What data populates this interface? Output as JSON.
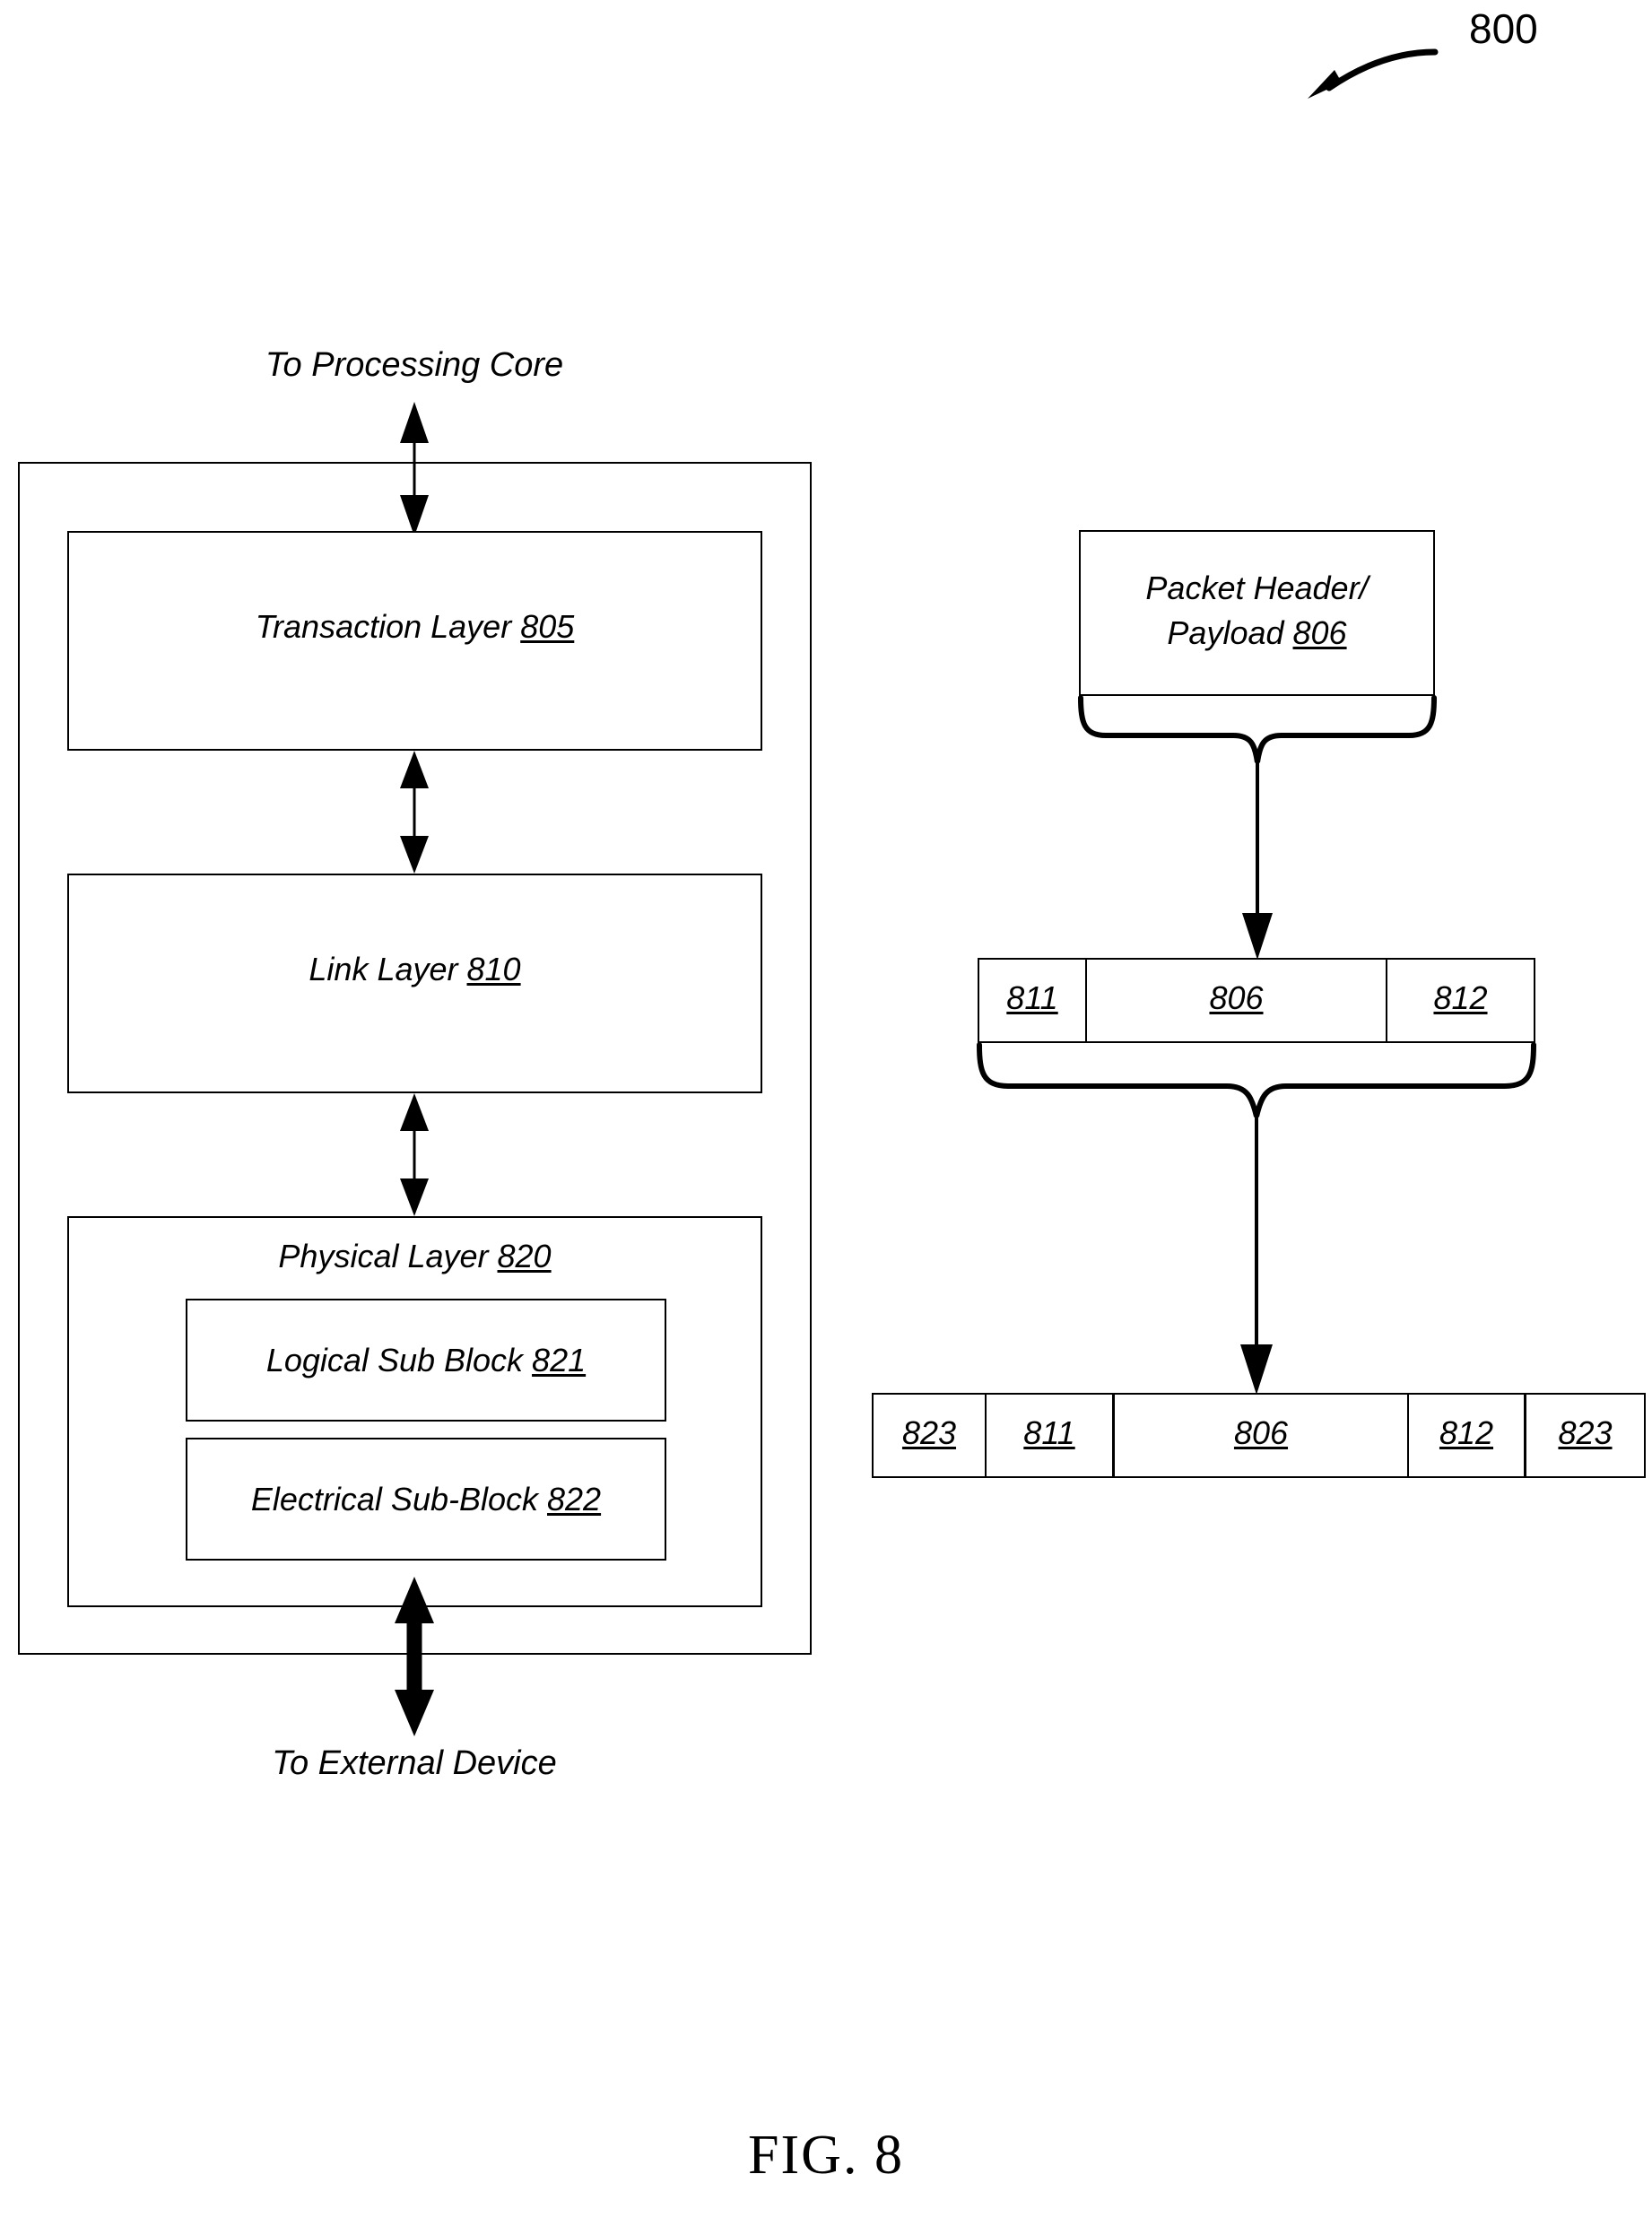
{
  "figure": {
    "number_label": "800",
    "caption": "FIG. 8"
  },
  "stack": {
    "top_connector_label": "To Processing Core",
    "bottom_connector_label": "To External Device",
    "layers": [
      {
        "name": "transaction-layer",
        "title": "Transaction Layer",
        "ref": "805"
      },
      {
        "name": "link-layer",
        "title": "Link Layer",
        "ref": "810"
      },
      {
        "name": "physical-layer",
        "title": "Physical Layer",
        "ref": "820"
      }
    ],
    "physical_sub_blocks": [
      {
        "name": "logical-sub-block",
        "title": "Logical Sub Block",
        "ref": "821"
      },
      {
        "name": "electrical-sub-block",
        "title": "Electrical Sub-Block",
        "ref": "822"
      }
    ]
  },
  "packet": {
    "source": {
      "line1": "Packet Header/",
      "line2": "Payload",
      "ref": "806"
    },
    "link_frame": {
      "cells": [
        {
          "ref": "811"
        },
        {
          "ref": "806"
        },
        {
          "ref": "812"
        }
      ]
    },
    "physical_frame": {
      "cells": [
        {
          "ref": "823"
        },
        {
          "ref": "811"
        },
        {
          "ref": "806"
        },
        {
          "ref": "812"
        },
        {
          "ref": "823"
        }
      ]
    }
  },
  "colors": {
    "ink": "#000000",
    "paper": "#ffffff"
  }
}
